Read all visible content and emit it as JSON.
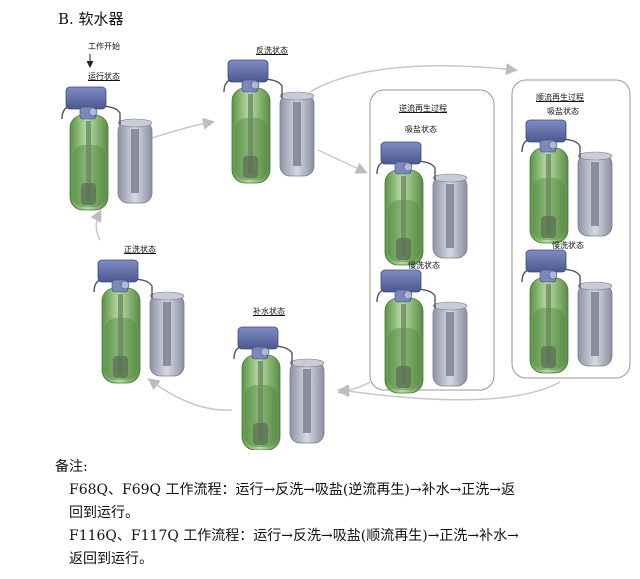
{
  "section_title": "B. 软水器",
  "labels": {
    "start": "工作开始",
    "running": "运行状态",
    "backwash": "反洗状态",
    "counterflow_group": "逆流再生过程",
    "brine_a": "吸盐状态",
    "slow_rinse_a": "慢洗状态",
    "coflow_group": "顺流再生过程",
    "brine_b": "吸盐状态",
    "slow_rinse_b": "慢洗状态",
    "refill": "补水状态",
    "fast_rinse": "正洗状态"
  },
  "notes": {
    "title": "备注:",
    "line1": "F68Q、F69Q 工作流程：运行→反洗→吸盐(逆流再生)→补水→正洗→返",
    "line1b": "回到运行。",
    "line2": "F116Q、F117Q 工作流程：运行→反洗→吸盐(顺流再生)→正洗→补水→",
    "line2b": "返回到运行。"
  },
  "colors": {
    "tank_green": "#6fa25a",
    "tank_green_light": "#a9cf93",
    "valve_blue": "#5f6fa8",
    "brine_gray": "#9ea2b3",
    "arrow_gray": "#c8c8c8"
  }
}
